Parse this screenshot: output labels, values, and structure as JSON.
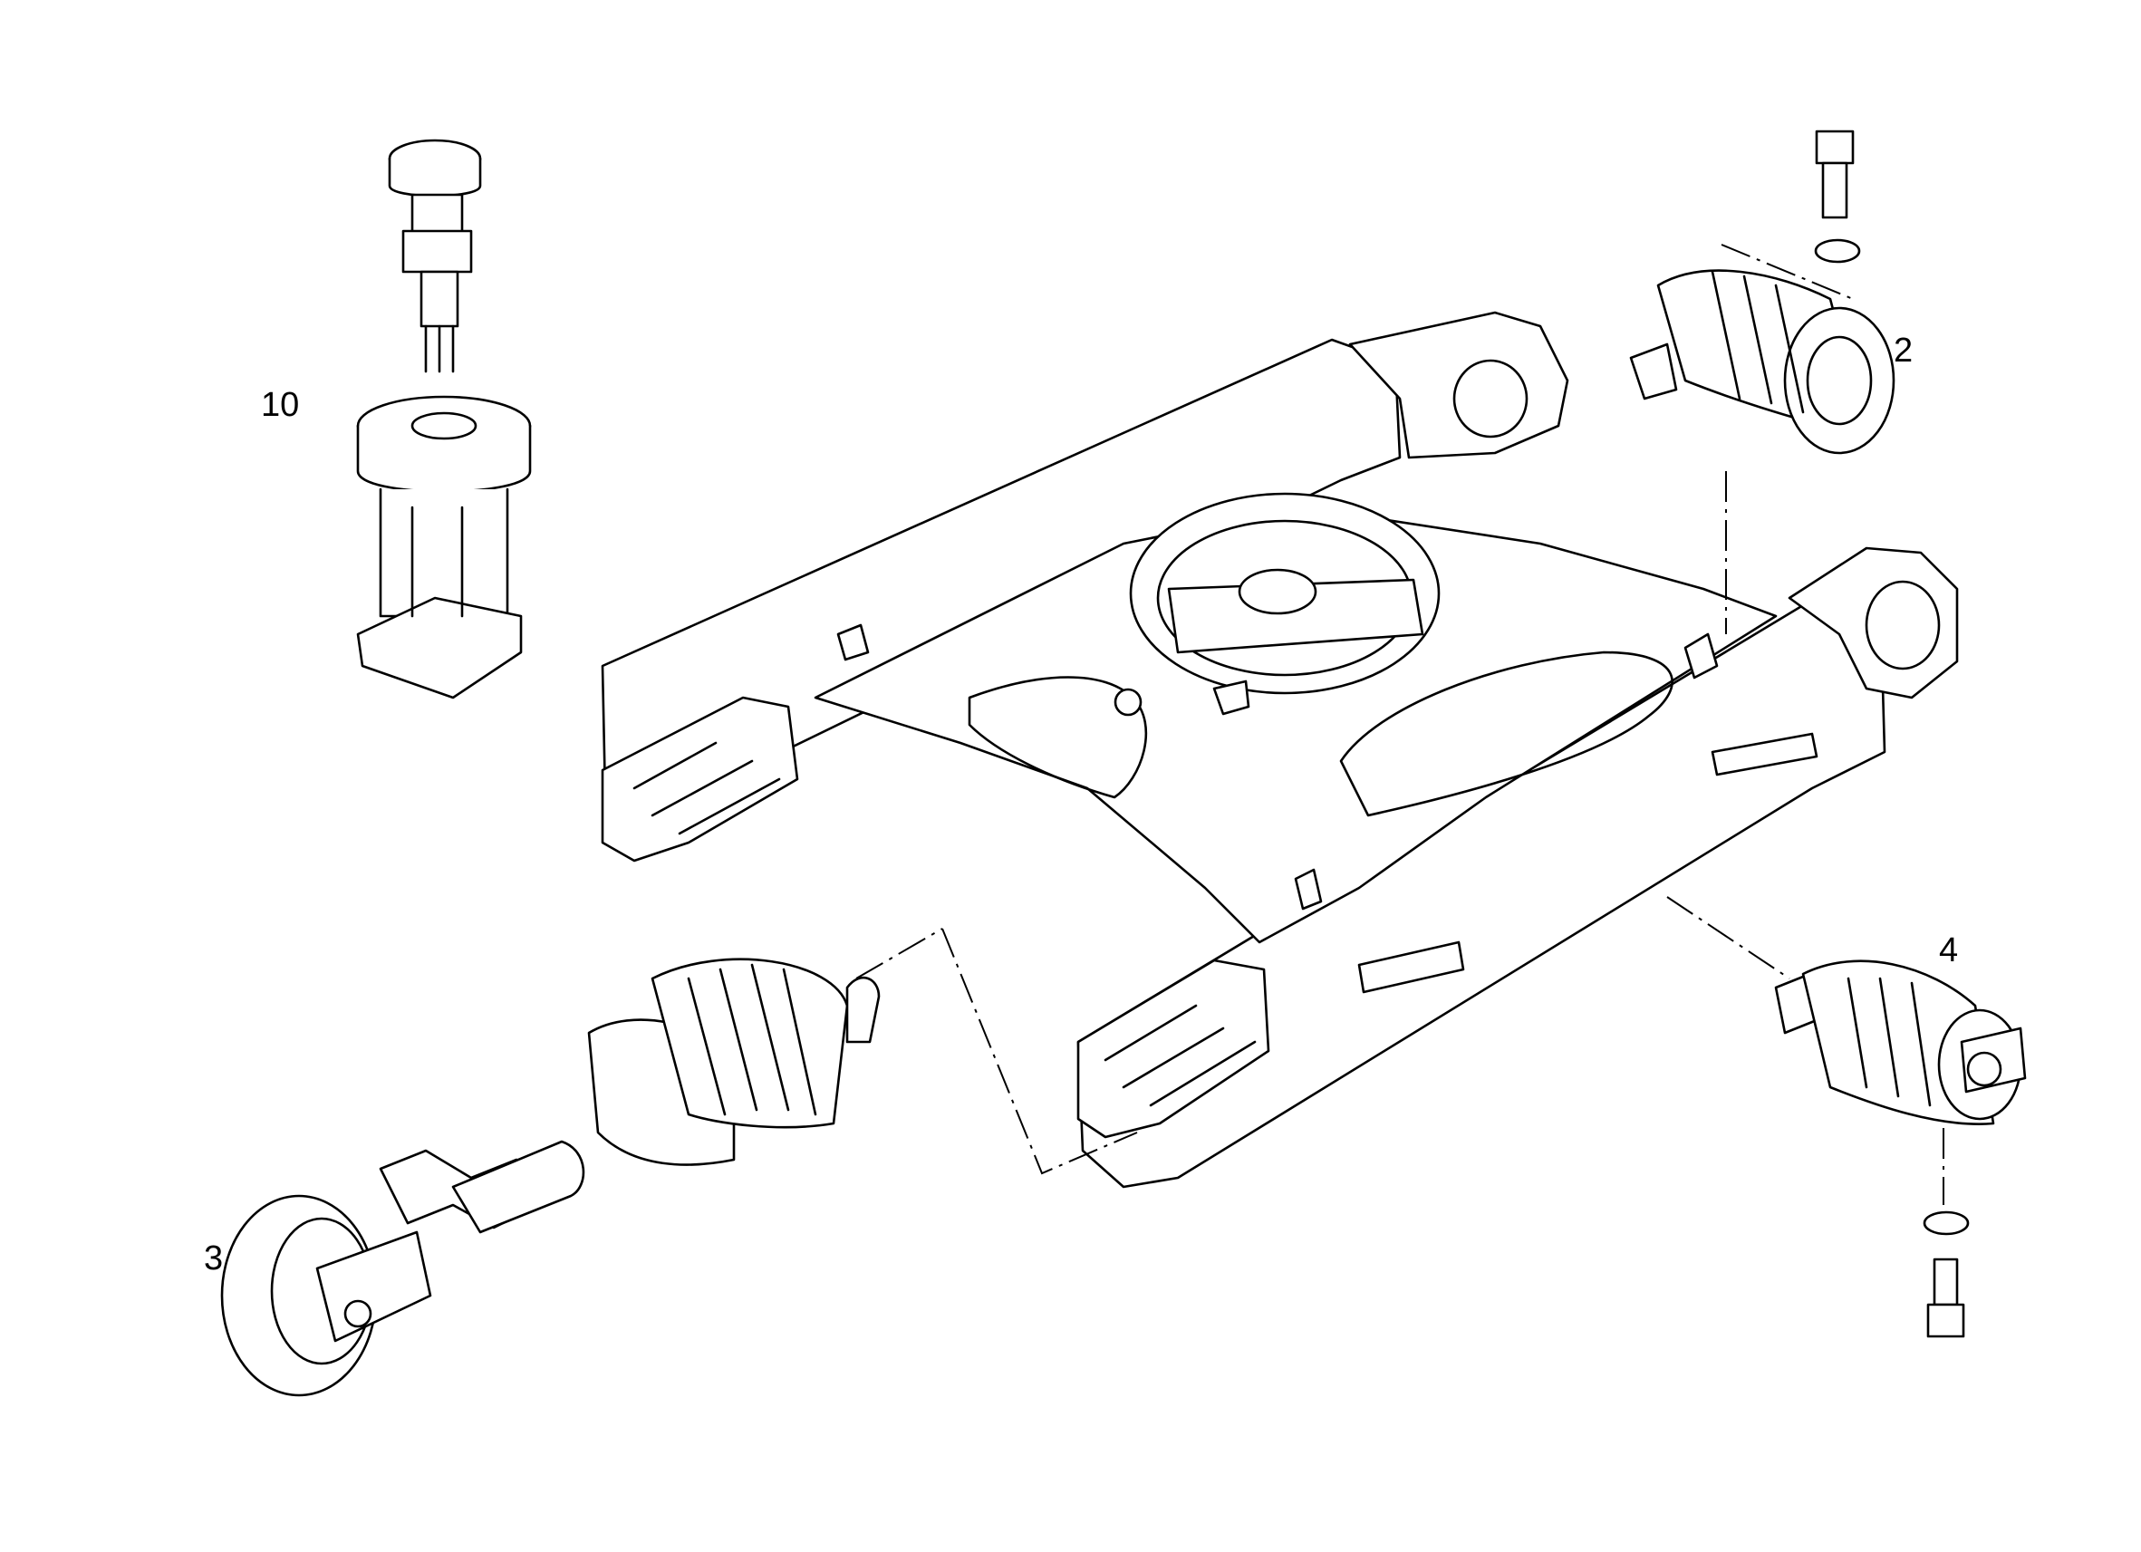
{
  "diagram": {
    "callouts": [
      {
        "id": "10",
        "label": "10"
      },
      {
        "id": "2",
        "label": "2"
      },
      {
        "id": "4",
        "label": "4"
      },
      {
        "id": "3",
        "label": "3"
      }
    ]
  }
}
